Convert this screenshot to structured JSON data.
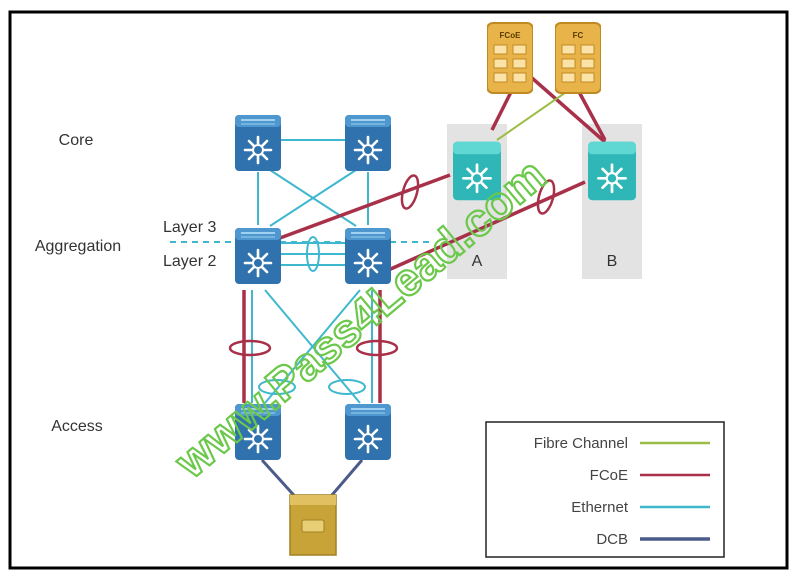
{
  "labels": {
    "core": "Core",
    "aggregation": "Aggregation",
    "access": "Access",
    "layer3": "Layer 3",
    "layer2": "Layer 2",
    "fabric_a": "A",
    "fabric_b": "B",
    "storage_fcoe": "FCoE",
    "storage_fc": "FC"
  },
  "legend": [
    {
      "label": "Fibre Channel",
      "color": "#9bbd45"
    },
    {
      "label": "FCoE",
      "color": "#a83149"
    },
    {
      "label": "Ethernet",
      "color": "#3fb8cf"
    },
    {
      "label": "DCB",
      "color": "#4b5b8a"
    }
  ],
  "watermark": "www.Pass4Lead.com",
  "colors": {
    "switch_blue": "#3a7fb8",
    "switch_teal": "#36c3c3",
    "storage_gold": "#e8b44a",
    "server_gold": "#c8a438",
    "fabric_panel": "#e3e3e3",
    "watermark_green": "#6cc84a"
  },
  "icons": {
    "switch": "switch-icon",
    "storage": "storage-array-icon",
    "server": "server-icon"
  }
}
